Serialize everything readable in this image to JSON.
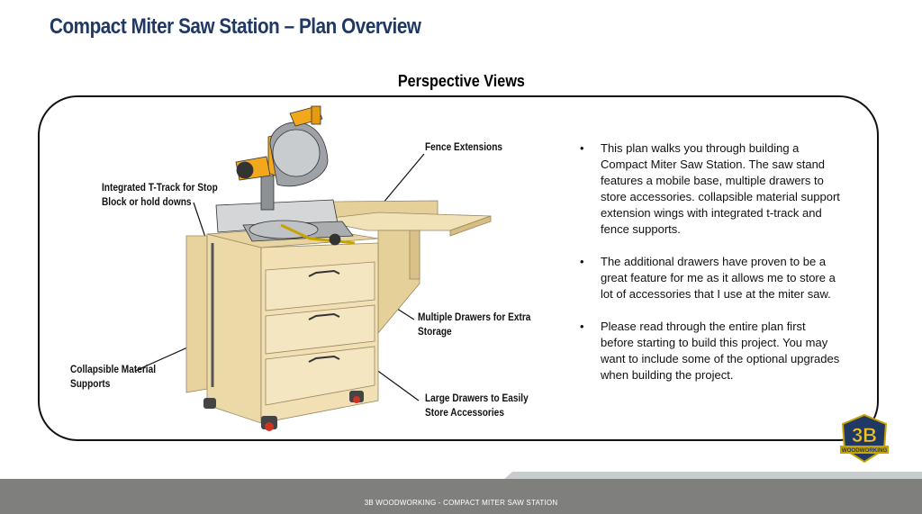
{
  "page": {
    "title": "Compact Miter Saw Station – Plan Overview",
    "subtitle": "Perspective Views"
  },
  "callouts": {
    "fence_extensions": "Fence Extensions",
    "t_track_line1": "Integrated T-Track for Stop",
    "t_track_line2": "Block or hold downs",
    "drawers_line1": "Multiple Drawers for Extra",
    "drawers_line2": "Storage",
    "supports_line1": "Collapsible Material",
    "supports_line2": "Supports",
    "large_drawers_line1": "Large Drawers to Easily",
    "large_drawers_line2": "Store Accessories"
  },
  "bullets": [
    {
      "marker": "•",
      "text": "This plan walks you through building a Compact Miter Saw Station.  The saw stand features a mobile base, multiple drawers to store  accessories. collapsible material support extension wings with integrated t-track and fence supports."
    },
    {
      "marker": "•",
      "text": "The additional drawers have proven to be a great feature for me as it allows me to store a lot of accessories that I use at the miter saw."
    },
    {
      "marker": "•",
      "text": "Please read through the entire plan first before starting to build this project. You may want to include some of the optional upgrades when building the project."
    }
  ],
  "logo": {
    "text_main": "3B",
    "text_banner": "WOODWORKING"
  },
  "footer": {
    "text": "3B WOODWORKING - COMPACT MITER SAW STATION"
  },
  "colors": {
    "title": "#1f3864",
    "plywood": "#ecd9a8",
    "plywood_dark": "#d6bd82",
    "saw_yellow": "#f2a81d",
    "footer_gray": "#7f807e"
  }
}
